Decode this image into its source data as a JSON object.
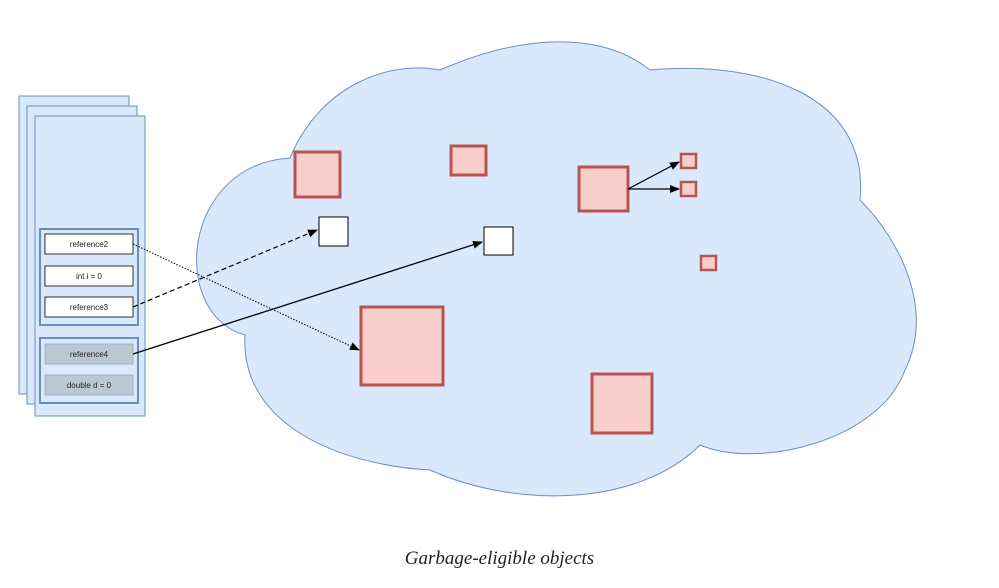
{
  "caption": "Garbage-eligible objects",
  "stack": {
    "frame_a": [
      "reference2",
      "int i = 0",
      "reference3"
    ],
    "frame_b": [
      "reference4",
      "double d = 0"
    ]
  },
  "colors": {
    "heap_fill": "#dae8fc",
    "heap_stroke": "#6c8ebf",
    "garbage_fill": "#f8cecc",
    "garbage_stroke": "#b85450",
    "frame_fill": "#dae8fc",
    "frame_stroke": "#6c8ebf",
    "inactive_slot": "#bac8d3"
  }
}
